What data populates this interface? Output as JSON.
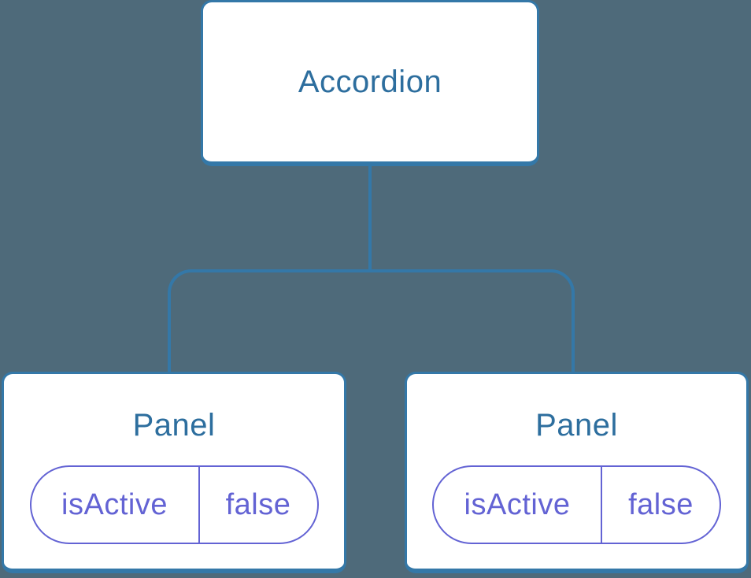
{
  "diagram": {
    "root": {
      "label": "Accordion"
    },
    "panels": [
      {
        "label": "Panel",
        "prop": {
          "name": "isActive",
          "value": "false"
        }
      },
      {
        "label": "Panel",
        "prop": {
          "name": "isActive",
          "value": "false"
        }
      }
    ]
  },
  "colors": {
    "background": "#4e6a7a",
    "connector": "#3478a8",
    "node_border": "#3478a8",
    "node_fill": "#ffffff",
    "node_label": "#2d6e9e",
    "prop_accent": "#6363d4"
  }
}
